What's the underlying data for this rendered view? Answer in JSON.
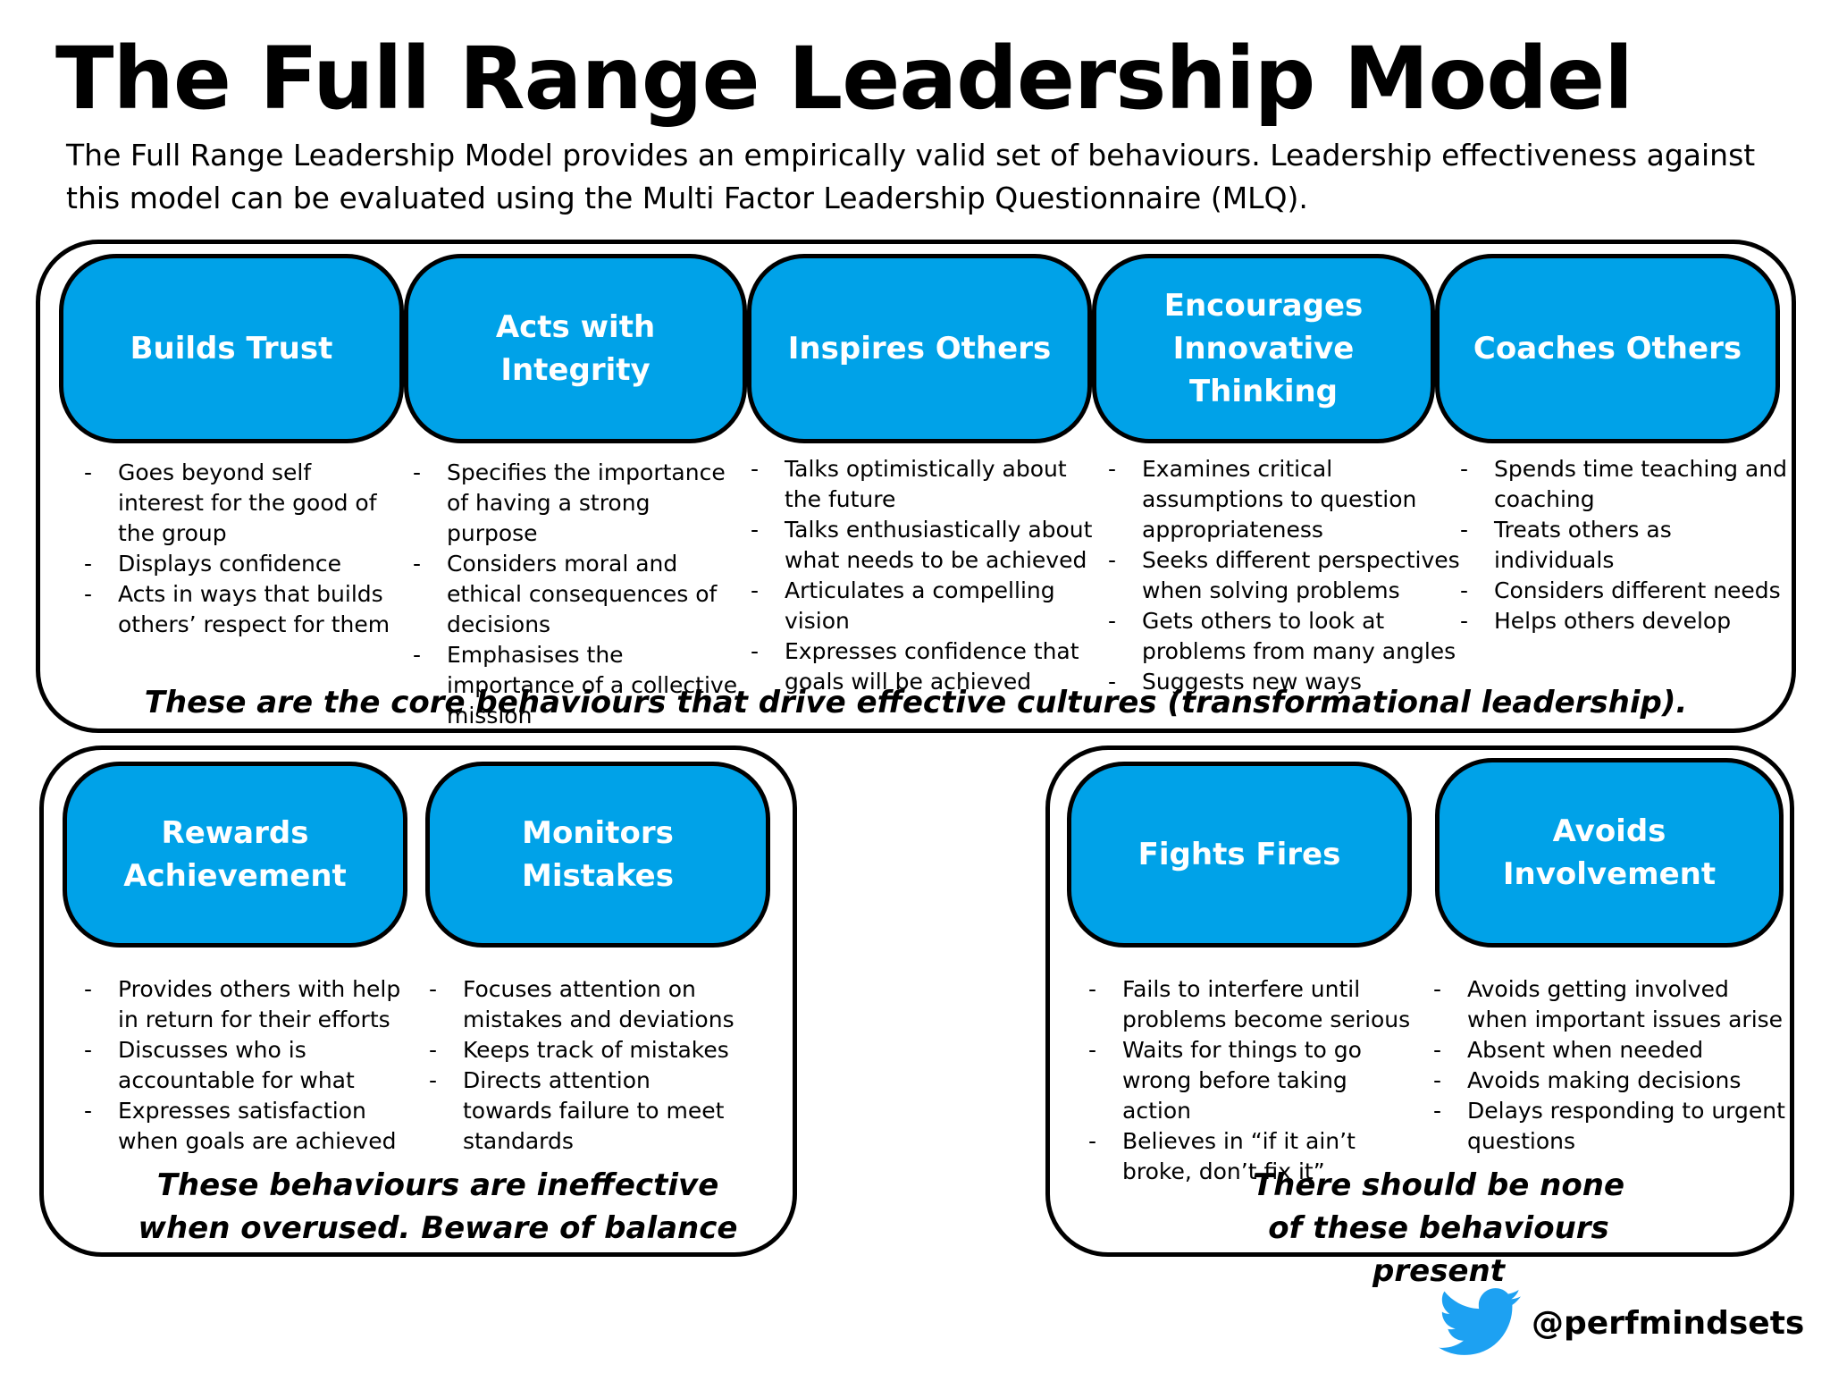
{
  "title": "The Full Range Leadership Model",
  "subtitle": "The Full Range Leadership Model provides an empirically valid set of behaviours. Leadership effectiveness against this model can be evaluated using the Multi Factor Leadership Questionnaire (MLQ).",
  "colors": {
    "pill_fill": "#00a2e8",
    "outline": "#000000",
    "twitter_blue": "#1da1f2"
  },
  "transformational": {
    "note": "These are the core behaviours that drive effective cultures (transformational leadership).",
    "pills": [
      {
        "label": "Builds Trust",
        "bullets": [
          "Goes beyond self interest for the good of the group",
          "Displays confidence",
          "Acts in ways that builds others’ respect for them"
        ]
      },
      {
        "label": "Acts with Integrity",
        "bullets": [
          "Specifies the importance of having a strong purpose",
          "Considers moral and ethical consequences of decisions",
          "Emphasises the importance of a collective mission"
        ]
      },
      {
        "label": "Inspires Others",
        "bullets": [
          "Talks optimistically about the future",
          "Talks enthusiastically about what needs to be achieved",
          "Articulates a compelling vision",
          "Expresses confidence that goals will be achieved"
        ]
      },
      {
        "label": "Encourages Innovative Thinking",
        "bullets": [
          "Examines critical assumptions to question appropriateness",
          "Seeks different perspectives when solving problems",
          "Gets others to look at problems from many angles",
          "Suggests new ways"
        ]
      },
      {
        "label": "Coaches Others",
        "bullets": [
          "Spends time teaching and coaching",
          "Treats others as individuals",
          "Considers different needs",
          "Helps others develop"
        ]
      }
    ]
  },
  "transactional": {
    "note": "These behaviours are ineffective when overused. Beware of balance",
    "pills": [
      {
        "label": "Rewards Achievement",
        "bullets": [
          "Provides others with help in return for their efforts",
          "Discusses who is accountable for what",
          "Expresses satisfaction when goals are achieved"
        ]
      },
      {
        "label": "Monitors Mistakes",
        "bullets": [
          "Focuses attention on mistakes and deviations",
          "Keeps track of mistakes",
          "Directs attention towards failure to meet standards"
        ]
      }
    ]
  },
  "passive": {
    "note": "There should be none of these behaviours present",
    "pills": [
      {
        "label": "Fights Fires",
        "bullets": [
          "Fails to interfere until problems become serious",
          "Waits for things to go wrong before taking action",
          "Believes in “if it ain’t broke, don’t fix it”"
        ]
      },
      {
        "label": "Avoids Involvement",
        "bullets": [
          "Avoids getting involved when important issues arise",
          "Absent when needed",
          "Avoids making decisions",
          "Delays responding to urgent questions"
        ]
      }
    ]
  },
  "brand": {
    "icon": "twitter-bird-icon",
    "handle": "@perfmindsets"
  }
}
